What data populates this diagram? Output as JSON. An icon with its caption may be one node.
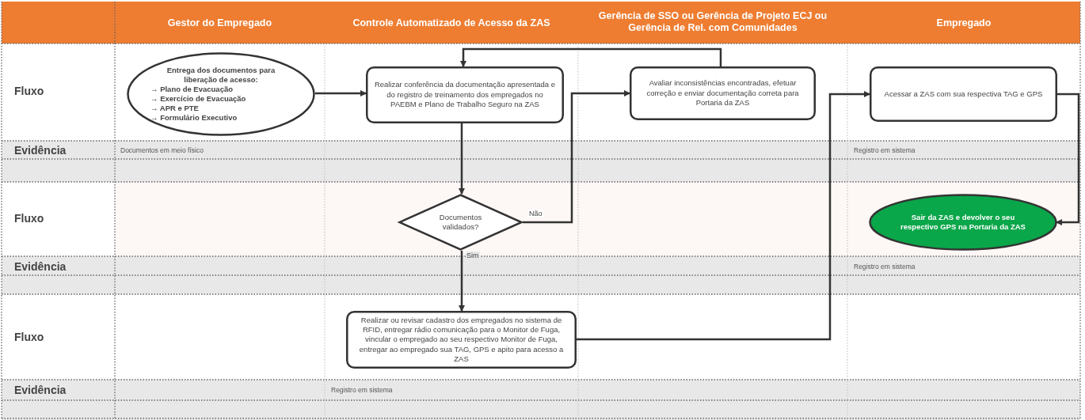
{
  "diagram": {
    "nodes": [
      {
        "text": [
          "Entrega dos documentos para liberação de acesso:",
          "→ Plano de Evacuação",
          "→ Exercício de Evacuação",
          "→ APR e PTE",
          "→ Formulário Executivo"
        ]
      },
      {
        "text": [
          "Realizar conferência da documentação apresentada e do registro de treinamento dos empregados no PAEBM e Plano de Trabalho Seguro na ZAS"
        ]
      },
      {
        "text": [
          "Documentos validados?"
        ]
      },
      {
        "text": [
          "Avaliar inconsistências encontradas, efetuar correção e enviar documentação correta para Portaria da ZAS"
        ]
      },
      {
        "text": [
          "Realizar ou revisar cadastro dos empregados no sistema de RFID, entregar rádio comunicação para o Monitor de Fuga, vincular o empregado ao seu respectivo Monitor de Fuga, entregar ao empregado sua TAG, GPS e apito para acesso a ZAS"
        ]
      },
      {
        "text": [
          "Acessar a ZAS com sua respectiva TAG e GPS"
        ]
      },
      {
        "text": [
          "Sair da ZAS e devolver o seu respectivo GPS na Portaria da ZAS"
        ]
      }
    ],
    "edges": [
      {
        "from": 0,
        "to": 1,
        "arrow": "to"
      },
      {
        "from": 1,
        "to": 2,
        "arrow": "to"
      },
      {
        "from": 2,
        "to": 3,
        "arrow": "to",
        "label": "Não"
      },
      {
        "from": 3,
        "to": 1,
        "arrow": "to"
      },
      {
        "from": 2,
        "to": 4,
        "arrow": "to",
        "label": "Sim"
      },
      {
        "from": 4,
        "to": 5,
        "arrow": "to"
      },
      {
        "from": 5,
        "to": 6,
        "arrow": "to"
      }
    ],
    "labels": [
      "Gestor do Empregado",
      "Controle Automatizado de Acesso da ZAS",
      "Gerência de SSO ou Gerência de Projeto ECJ ou Gerência de Rel. com Comunidades",
      "Empregado",
      "Fluxo",
      "Evidência",
      "Documentos em meio físico",
      "Registro em sistema",
      "Fluxo",
      "Evidência",
      "Registro em sistema",
      "Fluxo",
      "Evidência",
      "Registro em sistema"
    ]
  }
}
